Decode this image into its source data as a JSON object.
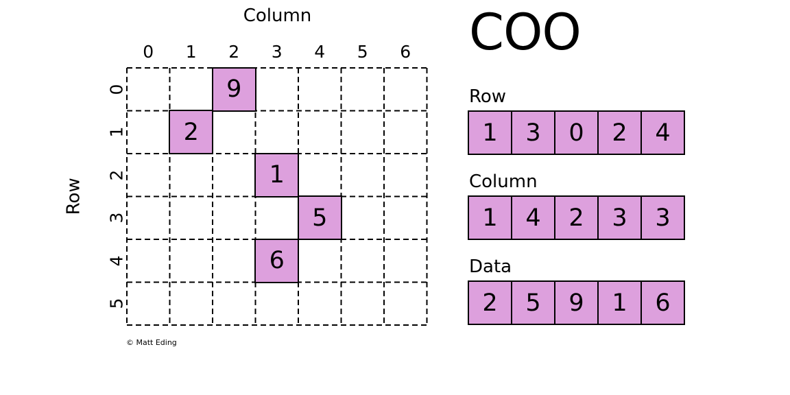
{
  "title": "COO",
  "figure": {
    "column_axis_label": "Column",
    "row_axis_label": "Row",
    "col_ticks": [
      "0",
      "1",
      "2",
      "3",
      "4",
      "5",
      "6"
    ],
    "row_ticks": [
      "0",
      "1",
      "2",
      "3",
      "4",
      "5"
    ],
    "grid": {
      "rows": 6,
      "cols": 7
    },
    "filled_cells": [
      {
        "row": 1,
        "col": 1,
        "value": "2"
      },
      {
        "row": 3,
        "col": 4,
        "value": "5"
      },
      {
        "row": 0,
        "col": 2,
        "value": "9"
      },
      {
        "row": 2,
        "col": 3,
        "value": "1"
      },
      {
        "row": 4,
        "col": 3,
        "value": "6"
      }
    ],
    "credit": "© Matt Eding"
  },
  "arrays": [
    {
      "label": "Row",
      "values": [
        "1",
        "3",
        "0",
        "2",
        "4"
      ]
    },
    {
      "label": "Column",
      "values": [
        "1",
        "4",
        "2",
        "3",
        "3"
      ]
    },
    {
      "label": "Data",
      "values": [
        "2",
        "5",
        "9",
        "1",
        "6"
      ]
    }
  ],
  "colors": {
    "cell_fill": "#DDA0DD",
    "line": "#000000",
    "background": "#FFFFFF"
  }
}
